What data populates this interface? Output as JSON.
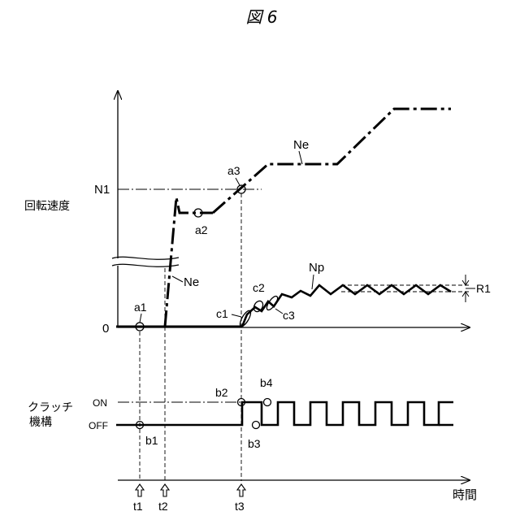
{
  "figure": {
    "title": "図 6"
  },
  "axes": {
    "y_label": "回転速度",
    "x_label": "時間",
    "n1_label": "N1",
    "zero_label": "0"
  },
  "clutch": {
    "label_line1": "クラッチ",
    "label_line2": "機構",
    "on_label": "ON",
    "off_label": "OFF"
  },
  "series": {
    "ne_label_upper": "Ne",
    "ne_label_lower": "Ne",
    "np_label": "Np",
    "r1_label": "R1"
  },
  "points": {
    "a1": "a1",
    "a2": "a2",
    "a3": "a3",
    "b1": "b1",
    "b2": "b2",
    "b3": "b3",
    "b4": "b4",
    "c1": "c1",
    "c2": "c2",
    "c3": "c3"
  },
  "times": {
    "t1": "t1",
    "t2": "t2",
    "t3": "t3"
  }
}
